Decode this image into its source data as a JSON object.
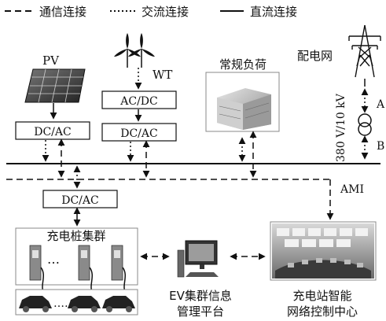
{
  "legend": {
    "comm": "通信连接",
    "ac": "交流连接",
    "dc": "直流连接"
  },
  "sources": {
    "pv_label": "PV",
    "wt_label": "WT",
    "dcac_1": "DC/AC",
    "acdc": "AC/DC",
    "dcac_2": "DC/AC",
    "dcac_3": "DC/AC"
  },
  "load": {
    "label": "常规负荷"
  },
  "grid": {
    "label": "配电网",
    "voltage": "380 V/10 kV",
    "point_a": "A",
    "point_b": "B"
  },
  "ami": "AMI",
  "charging": {
    "pile_cluster": "充电桩集群",
    "dots_piles": "…",
    "dots_cars": "……"
  },
  "ev_platform": {
    "line1": "EV集群信息",
    "line2": "管理平台"
  },
  "control_center": {
    "line1": "充电站智能",
    "line2": "网络控制中心"
  }
}
